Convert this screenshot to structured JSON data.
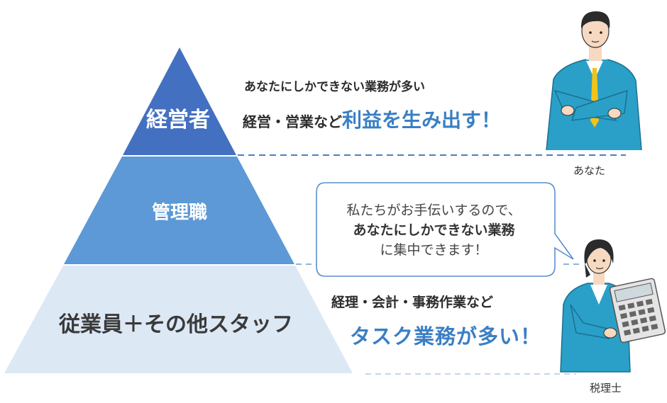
{
  "pyramid": {
    "tiers": [
      {
        "label": "経営者",
        "color": "#4470c1"
      },
      {
        "label": "管理職",
        "color": "#5c99d6"
      },
      {
        "label": "従業員＋その他スタッフ",
        "color": "#dde8f5"
      }
    ]
  },
  "top": {
    "subtitle": "あなたにしかできない業務が多い",
    "headline_prefix": "経営・営業など",
    "headline_emphasis": "利益を生み出す！"
  },
  "bubble": {
    "line1": "私たちがお手伝いするので、",
    "line2": "あなたにしかできない業務",
    "line3": "に集中できます！"
  },
  "bottom": {
    "subtitle": "経理・会計・事務作業など",
    "headline": "タスク業務が多い！"
  },
  "people": {
    "owner_caption": "あなた",
    "accountant_caption": "税理士"
  },
  "colors": {
    "accent": "#3a7fc4",
    "dashed_line": "#4a7fc0"
  }
}
